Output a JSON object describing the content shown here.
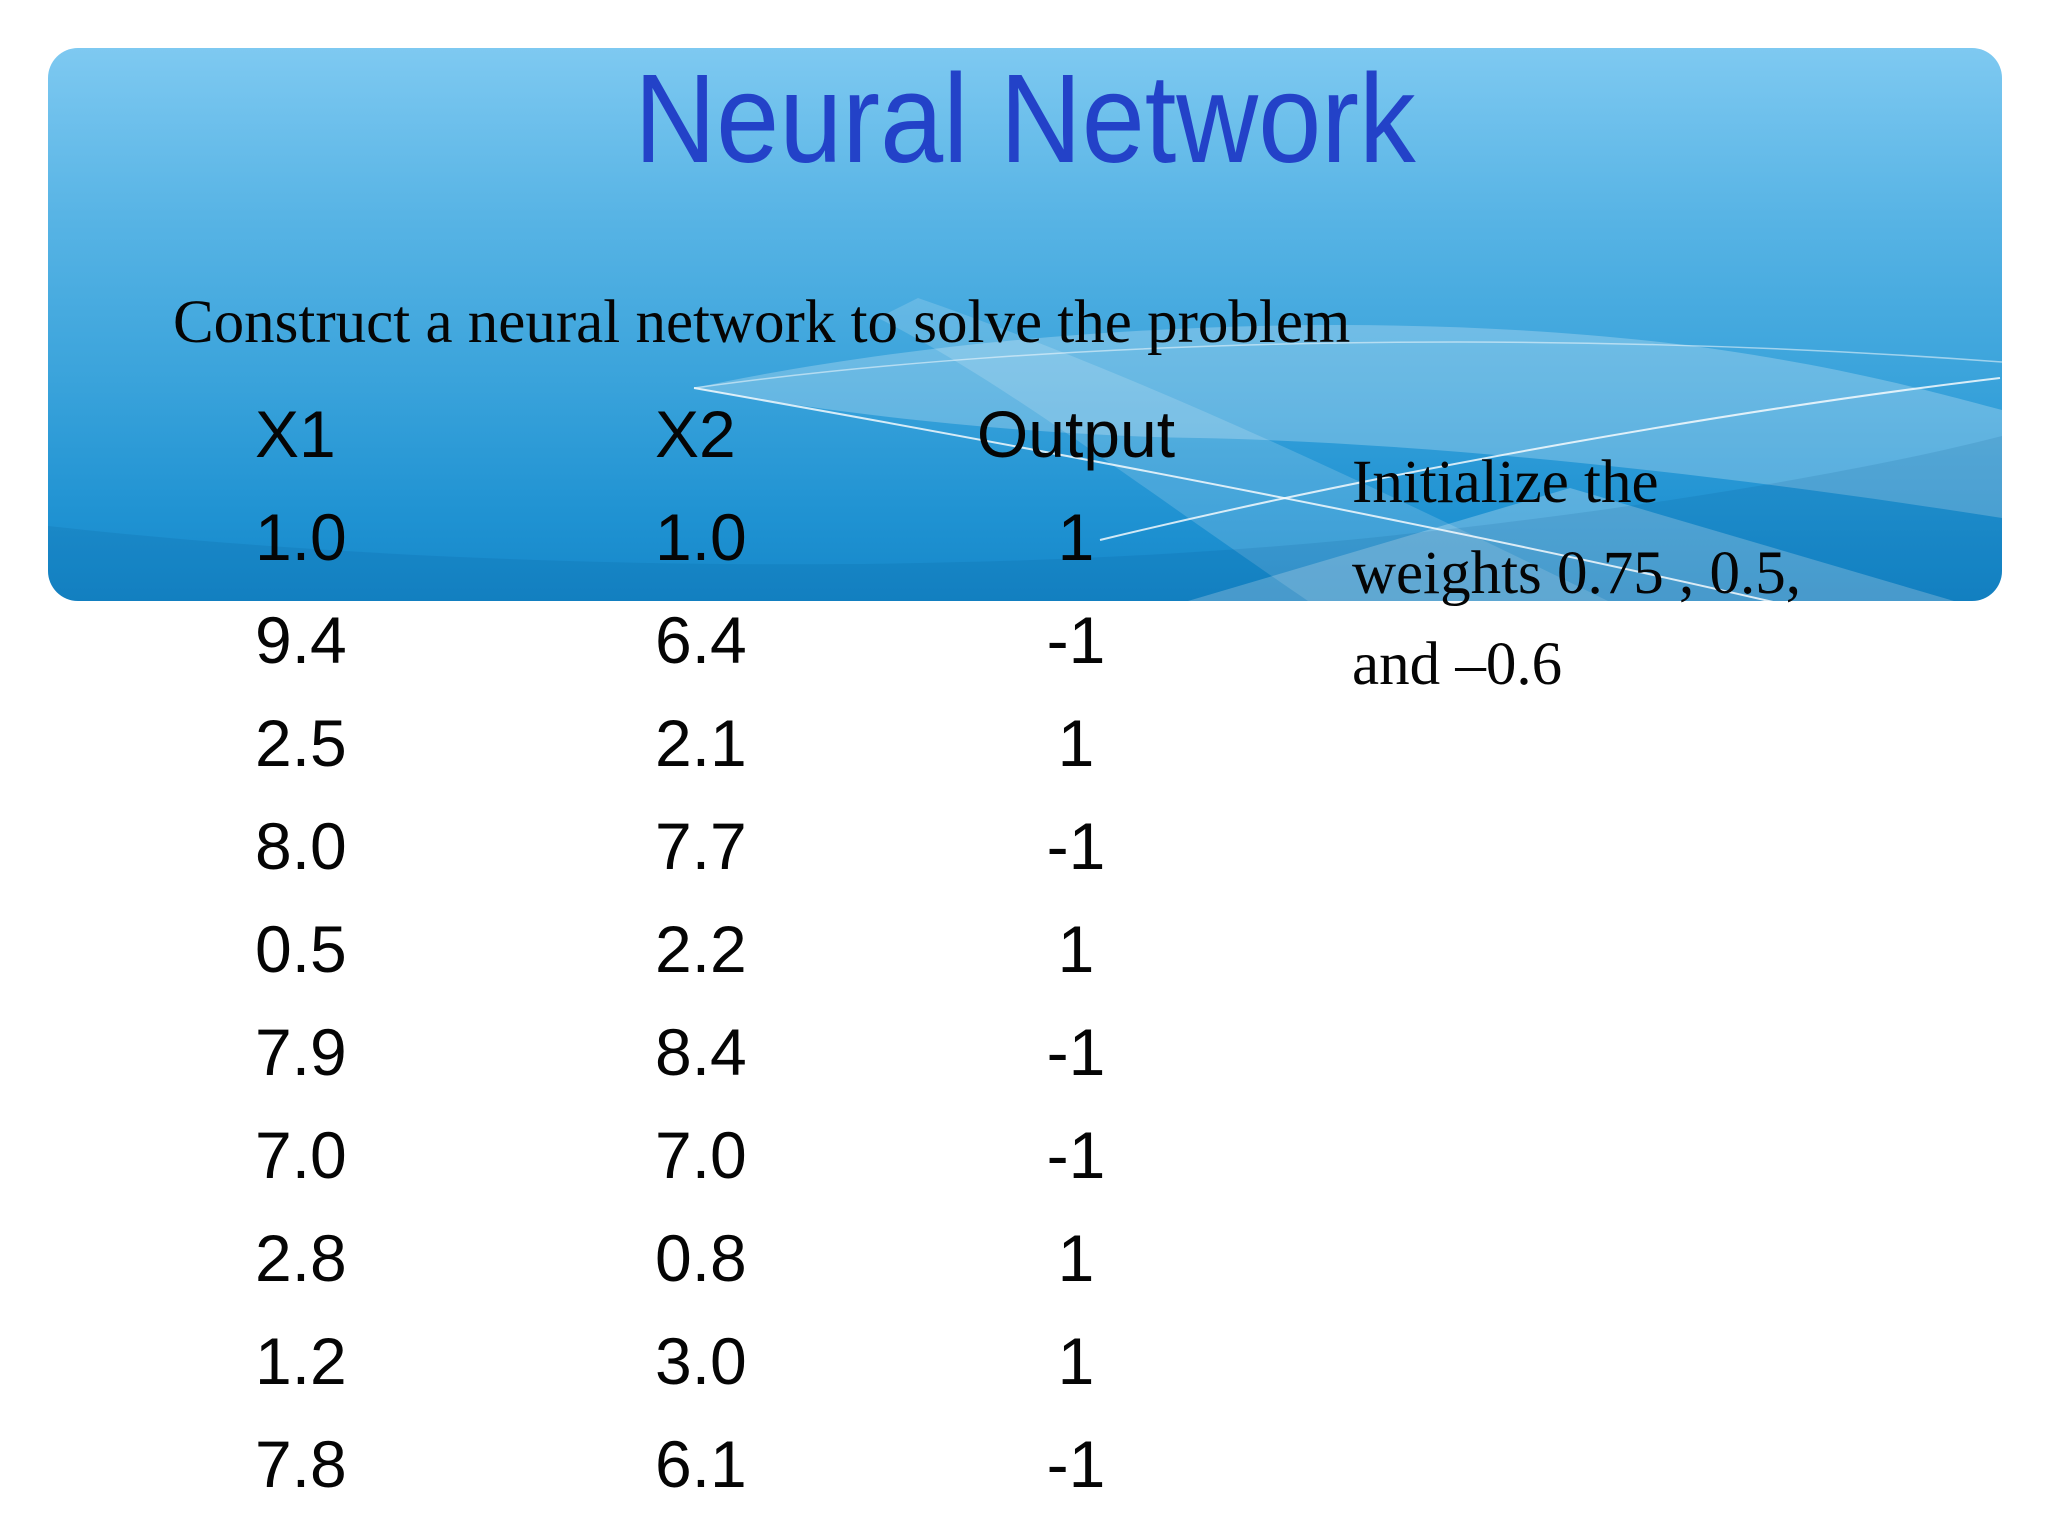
{
  "slide": {
    "title": "Neural Network",
    "subtitle": "Construct a neural network to solve the problem",
    "note": {
      "lines": [
        "Initialize the",
        "weights 0.75 , 0.5,",
        "and –0.6"
      ]
    },
    "table": {
      "headers": [
        "X1",
        "X2",
        "Output"
      ],
      "rows": [
        [
          "1.0",
          "1.0",
          "1"
        ],
        [
          "9.4",
          "6.4",
          "-1"
        ],
        [
          "2.5",
          "2.1",
          "1"
        ],
        [
          "8.0",
          "7.7",
          "-1"
        ],
        [
          "0.5",
          "2.2",
          "1"
        ],
        [
          "7.9",
          "8.4",
          "-1"
        ],
        [
          "7.0",
          "7.0",
          "-1"
        ],
        [
          "2.8",
          "0.8",
          "1"
        ],
        [
          "1.2",
          "3.0",
          "1"
        ],
        [
          "7.8",
          "6.1",
          "-1"
        ]
      ]
    },
    "colors": {
      "title_text": "#2342c8",
      "panel_top": "#7ec9f1",
      "panel_bottom": "#1587c9",
      "body_text": "#050505"
    }
  }
}
